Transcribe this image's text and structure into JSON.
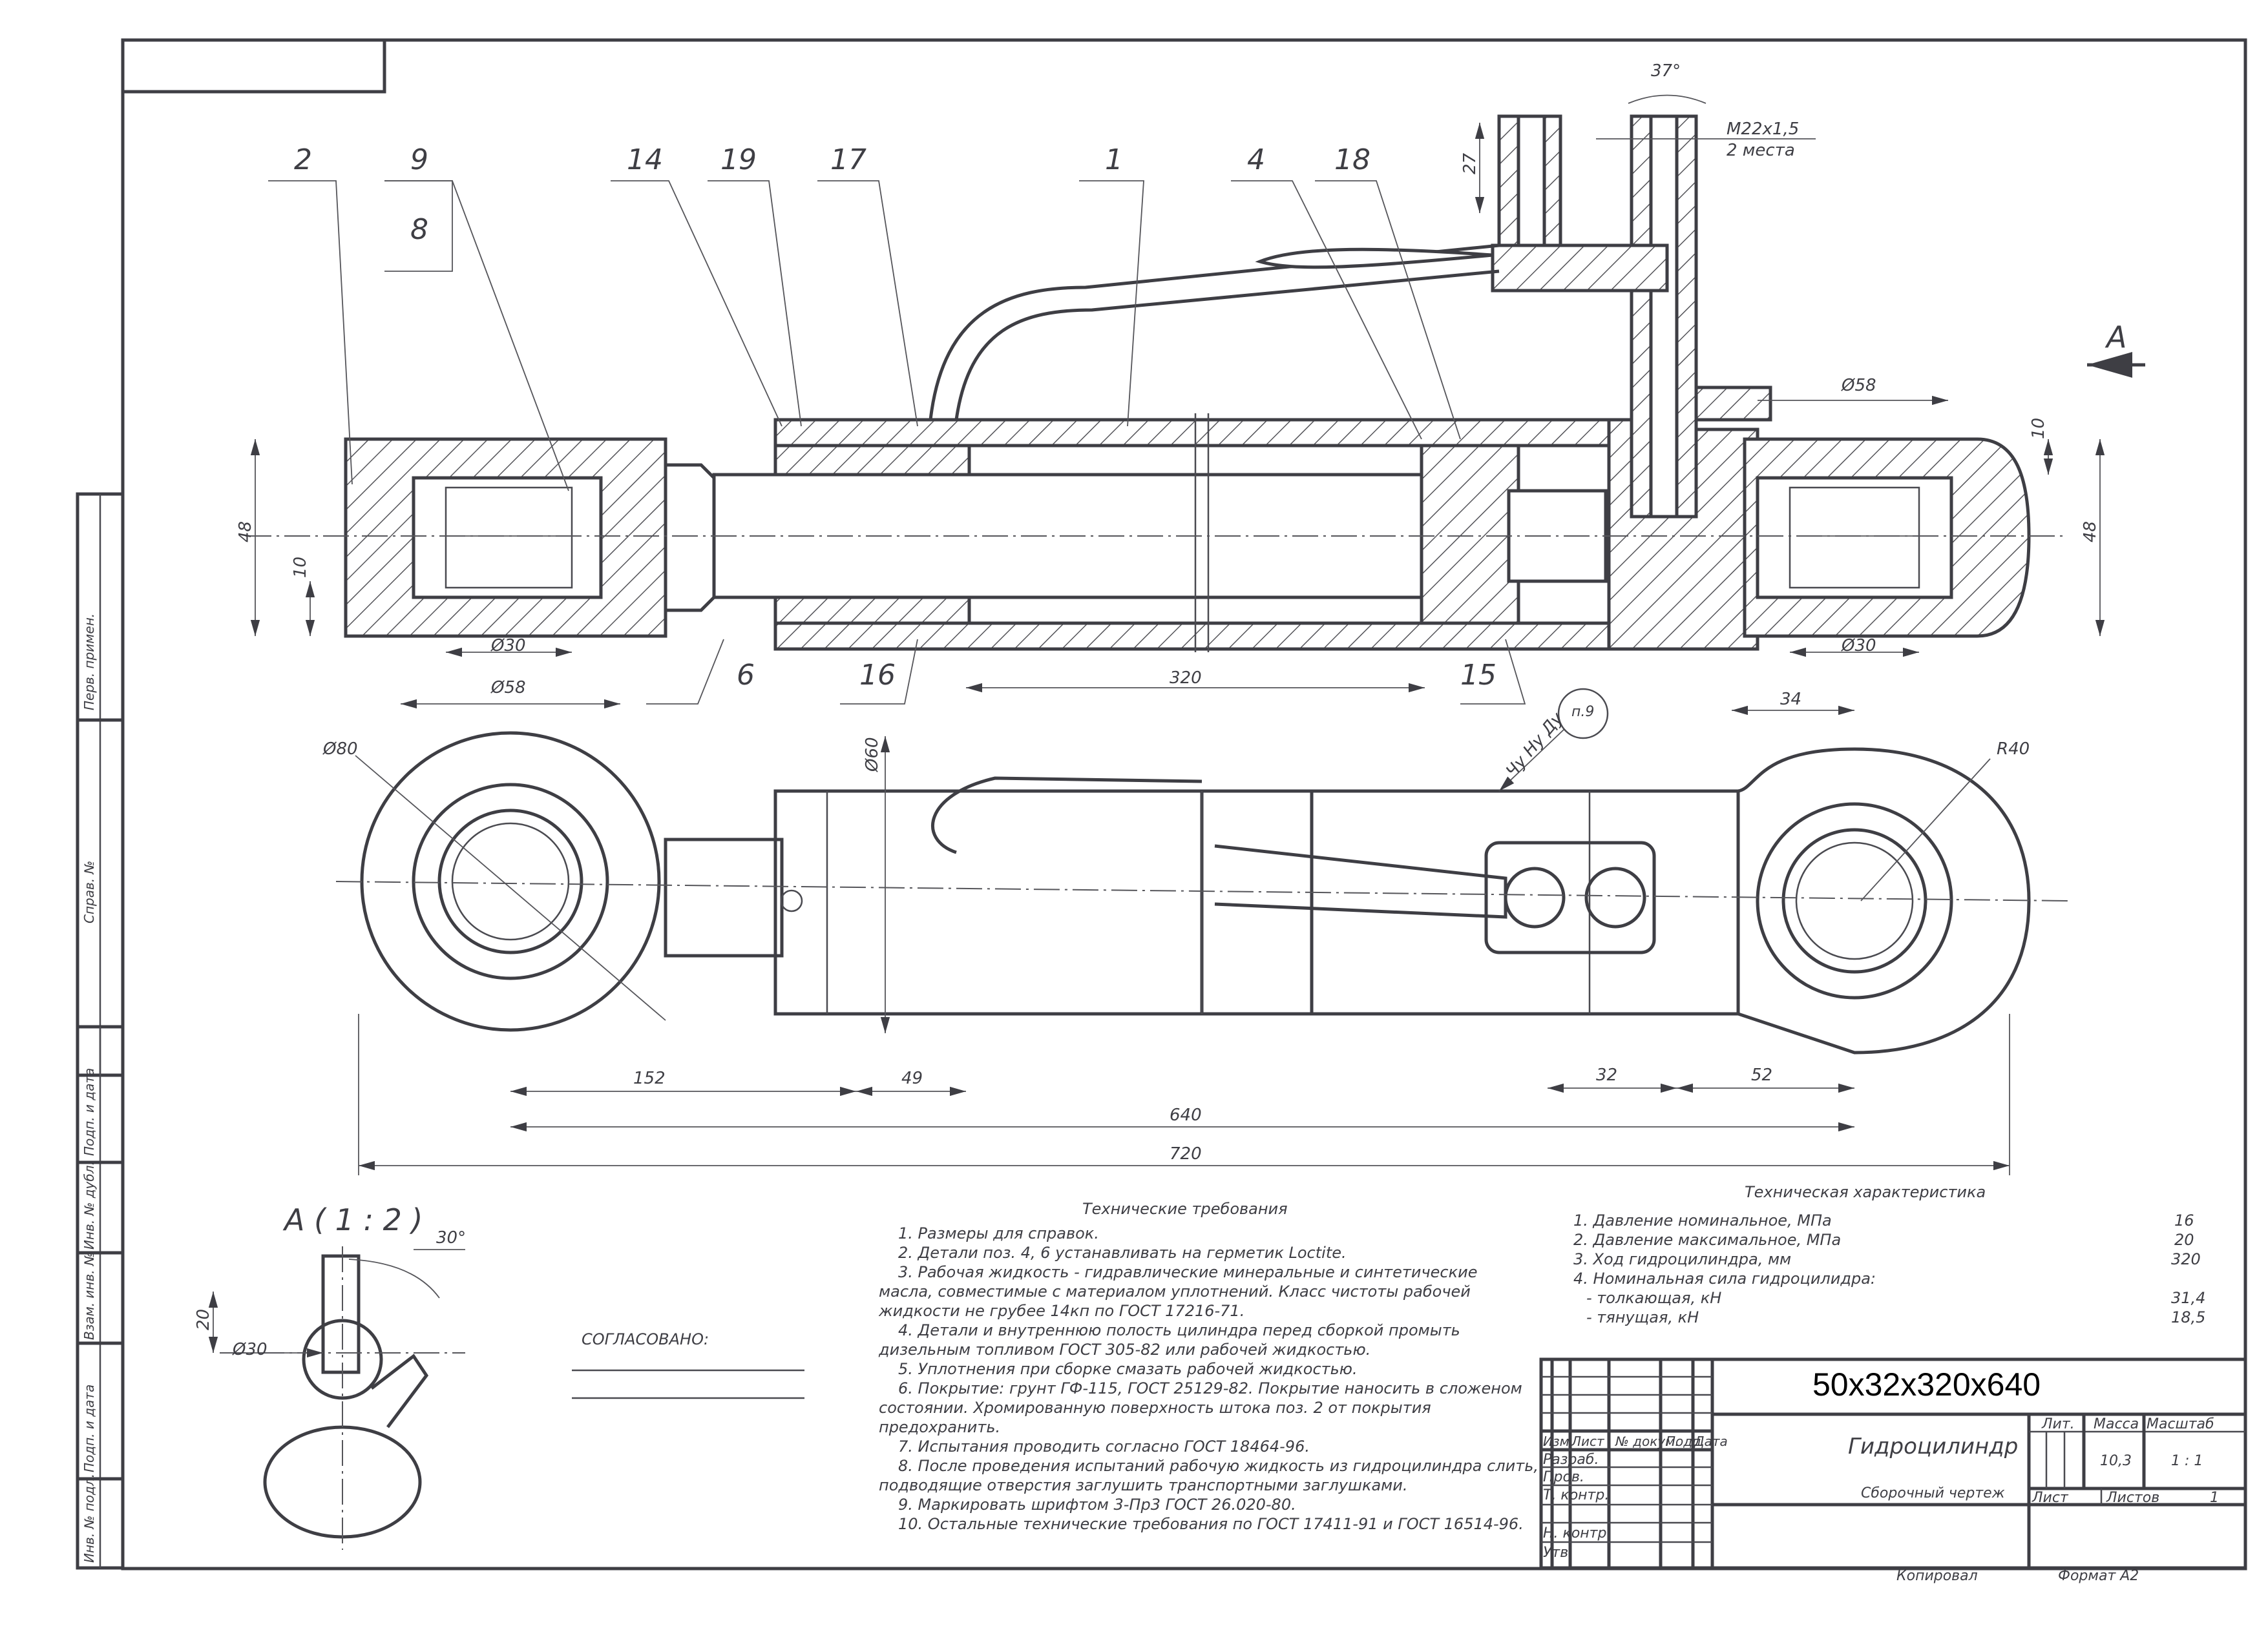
{
  "drawing": {
    "title": "Гидроцилиндр",
    "subtitle": "Сборочный чертеж",
    "designation": "50x32x320x640",
    "copied_by_label": "Копировал",
    "format_label": "Формат А2",
    "view_label": "А",
    "detail_view_label": "А ( 1 : 2 )"
  },
  "position_callouts": [
    "2",
    "9",
    "8",
    "14",
    "19",
    "17",
    "1",
    "4",
    "18",
    "6",
    "16",
    "15"
  ],
  "dimensions": {
    "top_view": {
      "left_eye_height": "48",
      "left_eye_offset": "10",
      "left_bore": "Ø30",
      "left_outer": "Ø58",
      "stroke": "320",
      "right_outer": "Ø58",
      "right_offset": "10",
      "right_height": "48",
      "right_bore": "Ø30",
      "port_height": "27",
      "port_angle": "37°",
      "port_thread": "М22x1,5",
      "port_thread_note": "2 места"
    },
    "bottom_view": {
      "eye_diameter": "Ø80",
      "tube_diameter": "Ø60",
      "radius": "R40",
      "eye_offset": "34",
      "surface_note": "Чу Ну Ду",
      "surface_ref": "п.9",
      "d152": "152",
      "d49": "49",
      "d32": "32",
      "d52": "52",
      "d640": "640",
      "d720": "720"
    },
    "detail_view": {
      "angle": "30°",
      "height": "20",
      "bore": "Ø30"
    }
  },
  "approval": {
    "label": "СОГЛАСОВАНО:"
  },
  "technical_requirements": {
    "title": "Технические требования",
    "lines": [
      "1.   Размеры для справок.",
      "2.   Детали поз.   4,  6 устанавливать на герметик Loctite.",
      "3.   Рабочая жидкость - гидравлические минеральные и синтетические",
      "масла, совместимые с материалом уплотнений. Класс чистоты рабочей",
      "жидкости не грубее 14кп по ГОСТ 17216-71.",
      "4.   Детали и внутреннюю полость  цилиндра перед  сборкой промыть",
      "дизельным  топливом  ГОСТ 305-82 или рабочей жидкостью.",
      "5.   Уплотнения при сборке смазать рабочей жидкостью.",
      "6.   Покрытие: грунт ГФ-115, ГОСТ 25129-82. Покрытие наносить в сложеном",
      "состоянии. Хромированную поверхность штока поз.      2 от покрытия",
      "предохранить.",
      "7.   Испытания проводить согласно ГОСТ 18464-96.",
      "8.   После проведения испытаний рабочую жидкость из гидроцилиндра слить,",
      "подводящие отверстия заглушить транспортными заглушками.",
      "9.   Маркировать шрифтом 3-Пр3 ГОСТ 26.020-80.",
      "10.  Остальные технические требования по ГОСТ 17411-91 и ГОСТ 16514-96."
    ]
  },
  "technical_characteristics": {
    "title": "Техническая характеристика",
    "items": [
      {
        "label": "1.   Давление номинальное, МПа",
        "value": "16"
      },
      {
        "label": "2.   Давление максимальное, МПа",
        "value": "20"
      },
      {
        "label": "3.   Ход гидроцилиндра, мм",
        "value": "320"
      },
      {
        "label": "4.   Номинальная сила гидроцилидра:",
        "value": ""
      },
      {
        "label": "     - толкающая, кН",
        "value": "31,4"
      },
      {
        "label": "     - тянущая, кН",
        "value": "18,5"
      }
    ]
  },
  "title_block": {
    "headers": {
      "izm": "Изм",
      "list": "Лист",
      "doc": "№ докум.",
      "sign": "Подп.",
      "date": "Дата"
    },
    "roles": [
      "Разраб.",
      "Пров.",
      "Т. контр.",
      "",
      "Н. контр.",
      "Утв."
    ],
    "lit_label": "Лит.",
    "mass_label": "Масса",
    "scale_label": "Масштаб",
    "mass_value": "10,3",
    "scale_value": "1 : 1",
    "sheet_label": "Лист",
    "sheets_label": "Листов",
    "sheets_value": "1"
  },
  "side_stamp": {
    "top": [
      "Перв. примен.",
      "Справ. №"
    ],
    "bottom": [
      "Подп. и дата",
      "Инв. № дубл.",
      "Взам. инв. №",
      "Подп. и дата",
      "Инв. № подл."
    ]
  }
}
